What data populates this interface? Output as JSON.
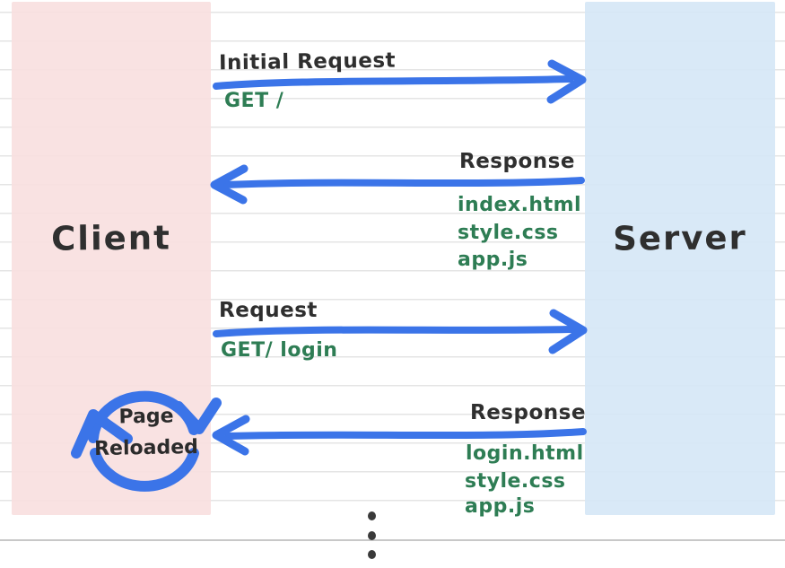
{
  "diagram": {
    "type": "sequence-diagram",
    "actors": {
      "client": {
        "label": "Client"
      },
      "server": {
        "label": "Server"
      }
    },
    "messages": [
      {
        "label": "Initial Request",
        "direction": "right",
        "detail": "GET /"
      },
      {
        "label": "Response",
        "direction": "left",
        "details": [
          "index.html",
          "style.css",
          "app.js"
        ]
      },
      {
        "label": "Request",
        "direction": "right",
        "detail": "GET/ login"
      },
      {
        "label": "Response",
        "direction": "left",
        "details": [
          "login.html",
          "style.css",
          "app.js"
        ]
      }
    ],
    "reload_badge": {
      "line1": "Page",
      "line2": "Reloaded",
      "icon": "refresh-cycle-icon"
    },
    "ellipsis": {
      "dot_count": 3
    },
    "colors": {
      "arrow_blue": "#3b74e8",
      "code_green": "#2e7d54",
      "ink": "#2f2f2f",
      "client_fill": "#f9e0e0",
      "server_fill": "#d6e7f6",
      "rule_line": "#e4e4e4",
      "bottom_rule": "#c8c8c8"
    }
  }
}
